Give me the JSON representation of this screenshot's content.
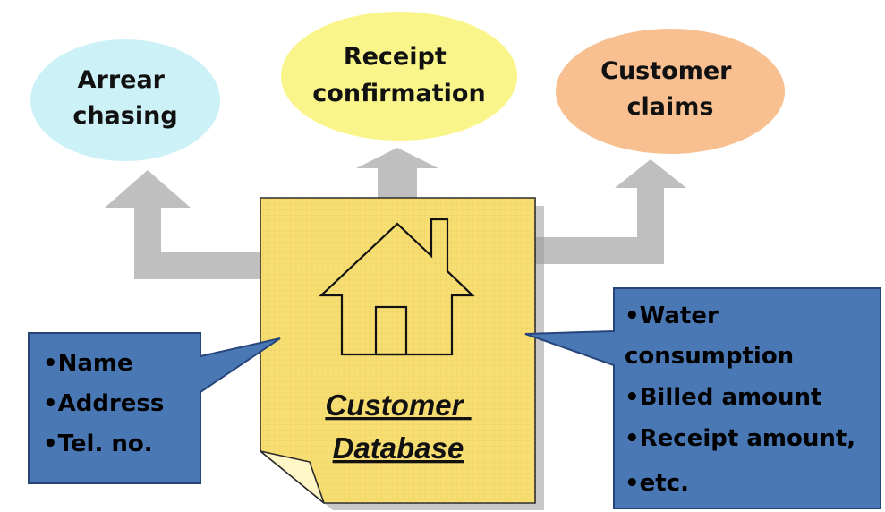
{
  "top_nodes": [
    {
      "id": "arrear",
      "lines": [
        "Arrear",
        "chasing"
      ],
      "color": "#CCF2F7"
    },
    {
      "id": "receipt",
      "lines": [
        "Receipt",
        "confirmation"
      ],
      "color": "#FAF58A"
    },
    {
      "id": "claims",
      "lines": [
        "Customer",
        "claims"
      ],
      "color": "#F8C090"
    }
  ],
  "database": {
    "title_line1": "Customer",
    "title_line2": "Database",
    "fill_color": "#F7DE73"
  },
  "left_callout": {
    "items": [
      "•Name",
      "•Address",
      "•Tel. no."
    ],
    "color": "#4A78B5"
  },
  "right_callout": {
    "items": [
      "•Water",
      "consumption",
      "•Billed amount",
      "•Receipt amount,",
      "•etc."
    ],
    "color": "#4A78B5"
  },
  "arrow_color": "#BFBFBF"
}
